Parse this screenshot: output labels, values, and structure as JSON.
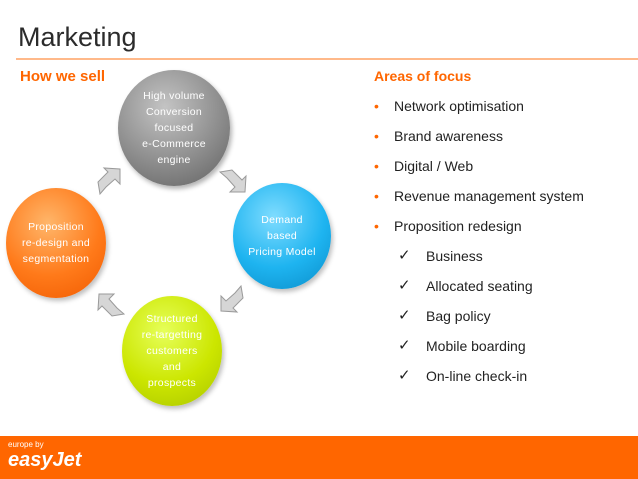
{
  "slide": {
    "title": "Marketing",
    "left_heading": "How we sell",
    "right_heading": "Areas of focus"
  },
  "cycle": {
    "gray": [
      "High volume",
      "Conversion",
      "focused",
      "e-Commerce",
      "engine"
    ],
    "blue": [
      "Demand",
      "based",
      "Pricing Model"
    ],
    "yellow": [
      "Structured",
      "re-targetting",
      "customers",
      "and",
      "prospects"
    ],
    "orange": [
      "Proposition",
      "re-design and",
      "segmentation"
    ]
  },
  "focus": {
    "bullets": [
      "Network optimisation",
      "Brand awareness",
      "Digital / Web",
      "Revenue management system",
      "Proposition redesign"
    ],
    "sub_bullets": [
      "Business",
      "Allocated seating",
      "Bag policy",
      "Mobile boarding",
      "On-line check-in"
    ],
    "bullet_glyph": "•",
    "check_glyph": "✓"
  },
  "footer": {
    "logo_tagline": "europe by",
    "logo_name": "easyJet"
  },
  "colors": {
    "accent": "#ff6600",
    "gray_circle": "#8d8d8d",
    "blue_circle": "#1eb4f0",
    "orange_circle": "#ff7a1a",
    "yellow_circle": "#cce600"
  }
}
